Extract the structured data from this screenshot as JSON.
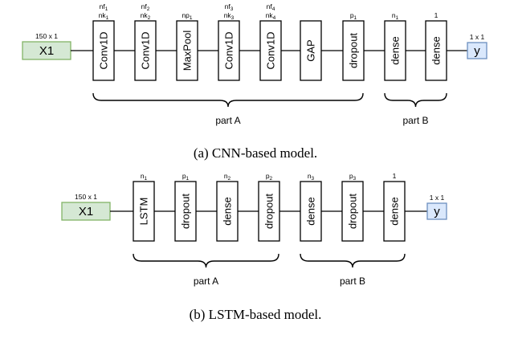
{
  "cnn": {
    "input": {
      "label": "X1",
      "dim": "150 x 1"
    },
    "layers": [
      {
        "label": "Conv1D",
        "params": [
          "nf1",
          "nk1"
        ]
      },
      {
        "label": "Conv1D",
        "params": [
          "nf2",
          "nk2"
        ]
      },
      {
        "label": "MaxPool",
        "params": [
          "np1"
        ]
      },
      {
        "label": "Conv1D",
        "params": [
          "nf3",
          "nk3"
        ]
      },
      {
        "label": "Conv1D",
        "params": [
          "nf4",
          "nk4"
        ]
      },
      {
        "label": "GAP",
        "params": []
      },
      {
        "label": "dropout",
        "params": [
          "p1"
        ]
      },
      {
        "label": "dense",
        "params": [
          "n1"
        ]
      },
      {
        "label": "dense",
        "params": [
          "1"
        ]
      }
    ],
    "output": {
      "label": "y",
      "dim": "1 x 1"
    },
    "parts": [
      {
        "label": "part A"
      },
      {
        "label": "part B"
      }
    ],
    "caption": "(a) CNN-based model."
  },
  "lstm": {
    "input": {
      "label": "X1",
      "dim": "150 x 1"
    },
    "layers": [
      {
        "label": "LSTM",
        "params": [
          "n1"
        ]
      },
      {
        "label": "dropout",
        "params": [
          "p1"
        ]
      },
      {
        "label": "dense",
        "params": [
          "n2"
        ]
      },
      {
        "label": "dropout",
        "params": [
          "p2"
        ]
      },
      {
        "label": "dense",
        "params": [
          "n3"
        ]
      },
      {
        "label": "dropout",
        "params": [
          "p3"
        ]
      },
      {
        "label": "dense",
        "params": [
          "1"
        ]
      }
    ],
    "output": {
      "label": "y",
      "dim": "1 x 1"
    },
    "parts": [
      {
        "label": "part A"
      },
      {
        "label": "part B"
      }
    ],
    "caption": "(b) LSTM-based model."
  }
}
